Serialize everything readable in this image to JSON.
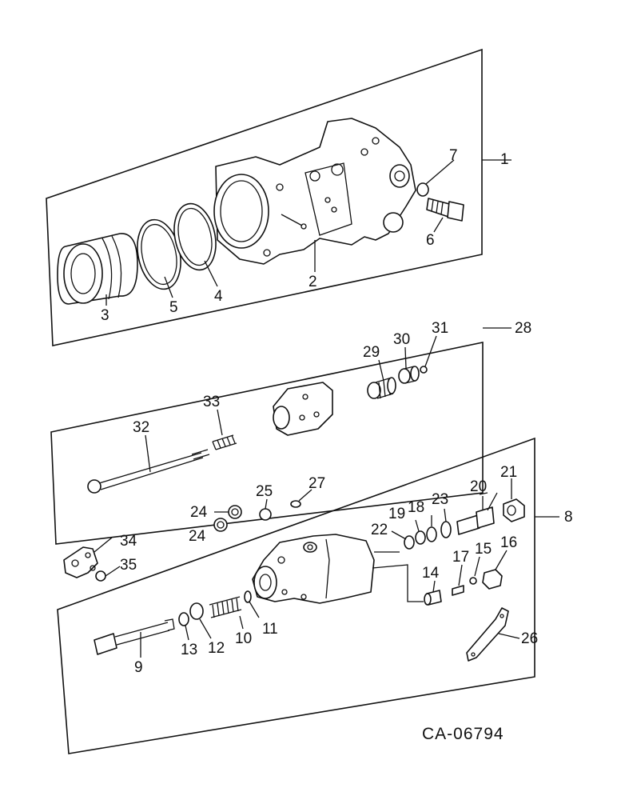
{
  "figure_code": "CA-06794",
  "callouts": {
    "c1": "1",
    "c2": "2",
    "c3": "3",
    "c4": "4",
    "c5": "5",
    "c6": "6",
    "c7": "7",
    "c8": "8",
    "c9": "9",
    "c10": "10",
    "c11": "11",
    "c12": "12",
    "c13": "13",
    "c14": "14",
    "c15": "15",
    "c16": "16",
    "c17": "17",
    "c18": "18",
    "c19": "19",
    "c20": "20",
    "c21": "21",
    "c22": "22",
    "c23": "23",
    "c24a": "24",
    "c24b": "24",
    "c25": "25",
    "c26": "26",
    "c27": "27",
    "c28": "28",
    "c29": "29",
    "c30": "30",
    "c31": "31",
    "c32": "32",
    "c33": "33",
    "c34": "34",
    "c35": "35"
  }
}
